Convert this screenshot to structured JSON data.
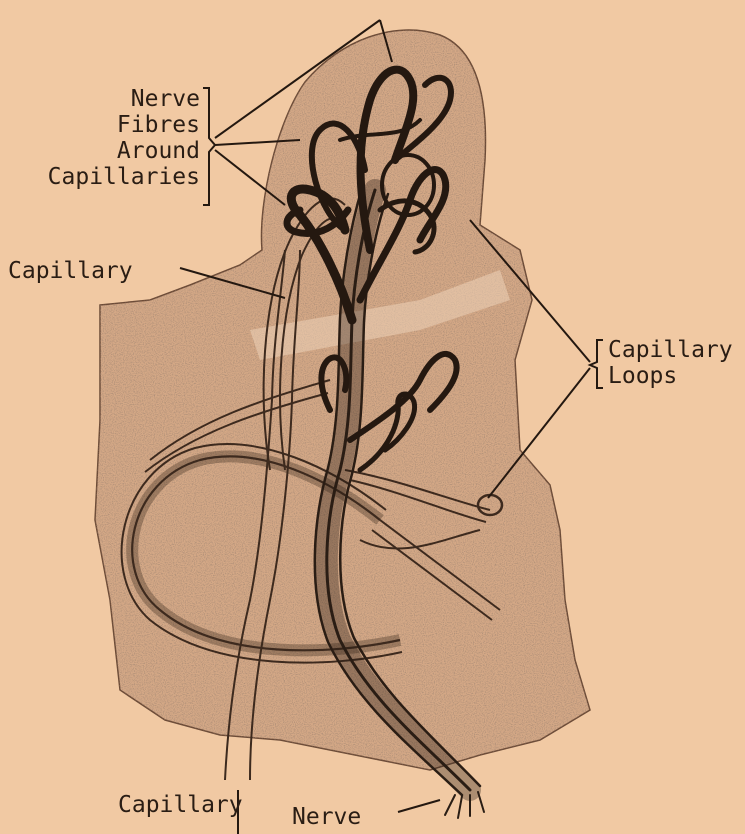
{
  "colors": {
    "background": "#f1c9a3",
    "tissue": "#d4a886",
    "stipple": "#6b4a36",
    "ink": "#2a1d14"
  },
  "labels": {
    "nerve_fibres": [
      "Nerve",
      "Fibres",
      "Around",
      "Capillaries"
    ],
    "capillary_upper": "Capillary",
    "capillary_loops": [
      "Capillary",
      "Loops"
    ],
    "capillary_lower": "Capillary",
    "nerve": "Nerve"
  }
}
